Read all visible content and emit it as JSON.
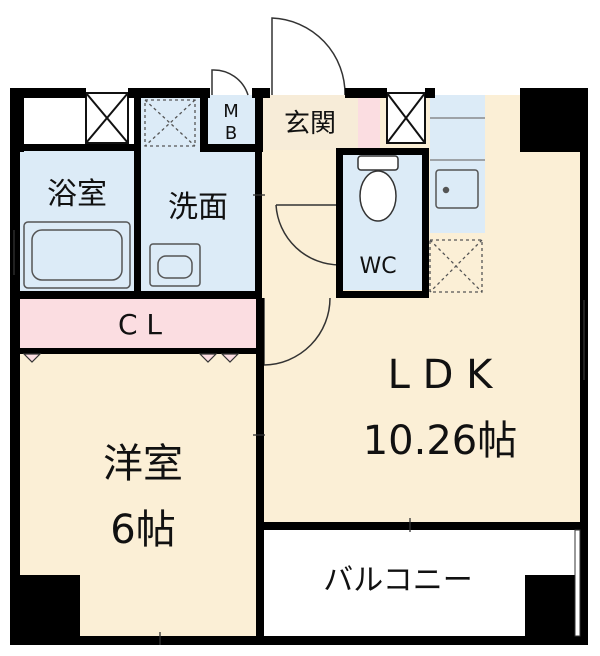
{
  "rooms": {
    "bath": "浴室",
    "washroom": "洗面",
    "mb_top": "M",
    "mb_bottom": "B",
    "entrance": "玄関",
    "wc": "WC",
    "closet": "C L",
    "ldk": "L D K",
    "ldk_size": "10.26帖",
    "western_room": "洋室",
    "western_size": "6帖",
    "balcony": "バルコニー"
  },
  "colors": {
    "wall": "#000000",
    "wet_area": "#dcebf7",
    "floor": "#fbefd6",
    "closet": "#fbdde1",
    "entrance": "#f7ecd8",
    "balcony": "#ffffff"
  }
}
